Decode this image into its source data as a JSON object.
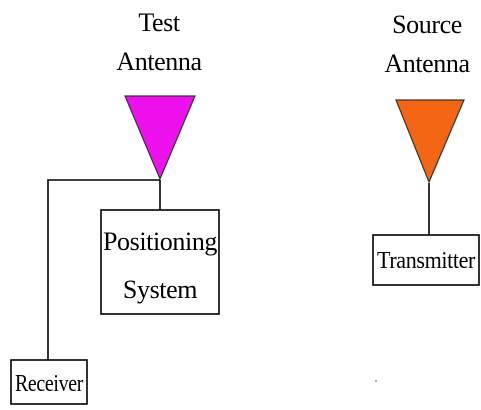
{
  "test_antenna": {
    "label_line1": "Test",
    "label_line2": "Antenna",
    "color": "#ee11ee"
  },
  "source_antenna": {
    "label_line1": "Source",
    "label_line2": "Antenna",
    "color": "#f46614"
  },
  "positioning_system": {
    "label_line1": "Positioning",
    "label_line2": "System"
  },
  "transmitter": {
    "label": "Transmitter"
  },
  "receiver": {
    "label": "Receiver"
  }
}
